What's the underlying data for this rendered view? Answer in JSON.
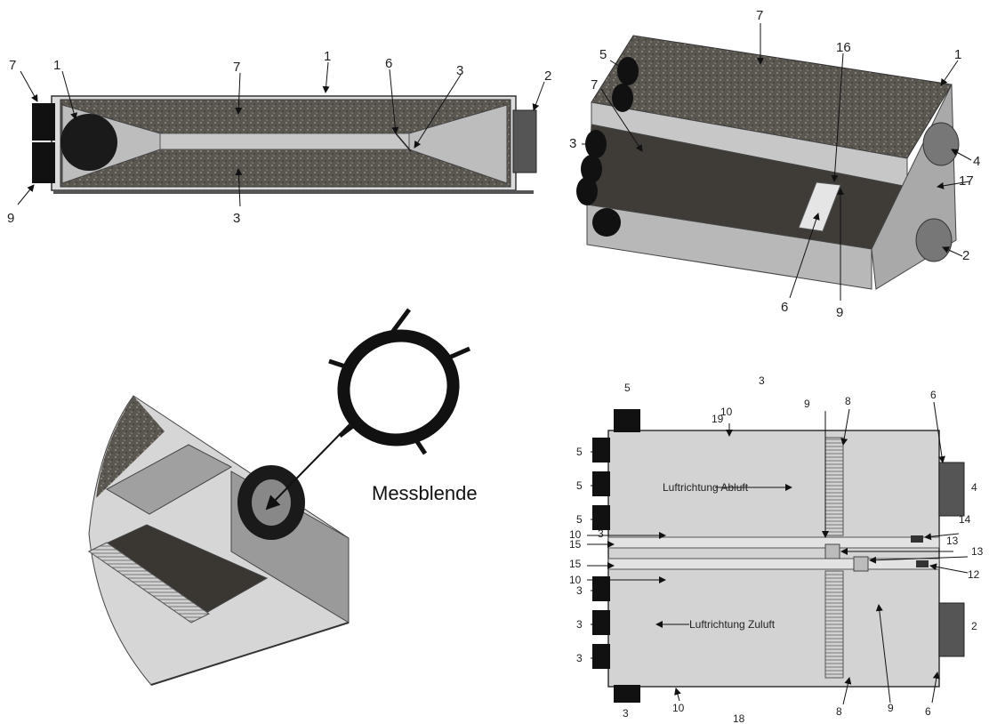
{
  "caption": "Messblende",
  "directions": {
    "exhaust": "Luftrichtung Abluft",
    "supply": "Luftrichtung Zuluft"
  },
  "side_view_labels": [
    "1",
    "1",
    "2",
    "3",
    "3",
    "6",
    "7",
    "7",
    "9"
  ],
  "iso_view_labels": [
    "1",
    "2",
    "3",
    "4",
    "5",
    "6",
    "7",
    "7",
    "9",
    "16",
    "17"
  ],
  "top_view_labels": [
    "2",
    "3",
    "3",
    "3",
    "3",
    "3",
    "3",
    "4",
    "5",
    "5",
    "5",
    "5",
    "6",
    "6",
    "8",
    "8",
    "9",
    "9",
    "10",
    "10",
    "10",
    "10",
    "12",
    "13",
    "13",
    "14",
    "15",
    "15",
    "18",
    "19"
  ],
  "colors": {
    "filter_media": "#5a5650",
    "metal": "#bfbfbf",
    "metal_dark": "#7d7d7d",
    "outline": "#333333"
  }
}
